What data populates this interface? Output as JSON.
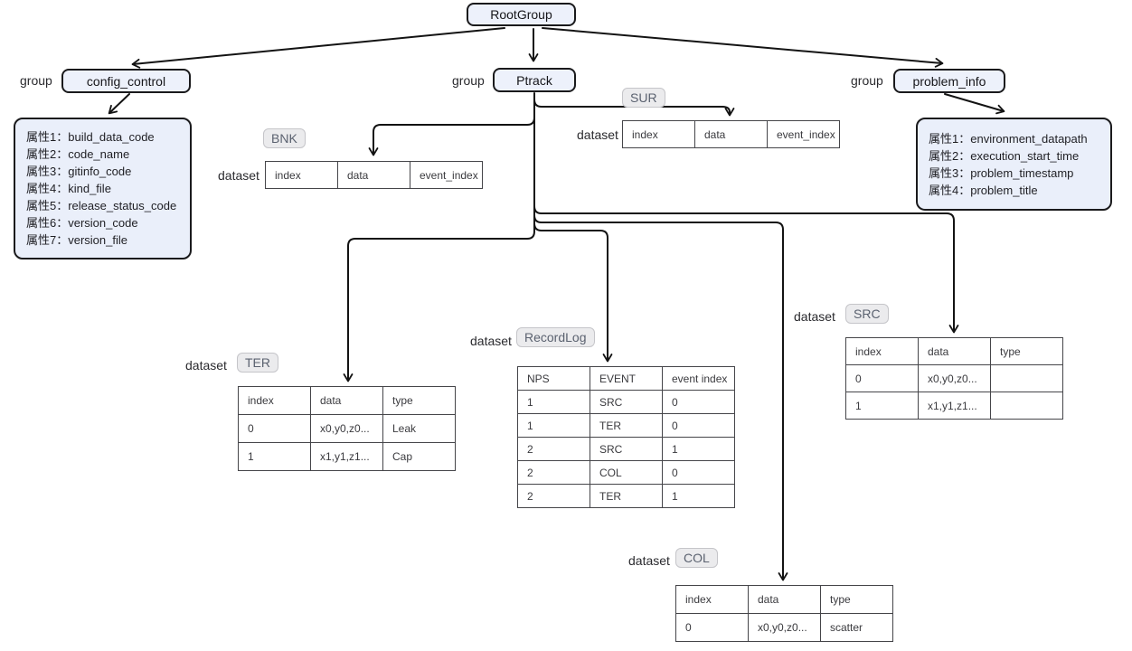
{
  "diagram": {
    "labels": {
      "group": "group",
      "dataset": "dataset"
    },
    "root": {
      "label": "RootGroup"
    },
    "groups": [
      {
        "label": "config_control",
        "attributes": [
          "属性1：build_data_code",
          "属性2：code_name",
          "属性3：gitinfo_code",
          "属性4：kind_file",
          "属性5：release_status_code",
          "属性6：version_code",
          "属性7：version_file"
        ]
      },
      {
        "label": "Ptrack"
      },
      {
        "label": "problem_info",
        "attributes": [
          "属性1：environment_datapath",
          "属性2：execution_start_time",
          "属性3：problem_timestamp",
          "属性4：problem_title"
        ]
      }
    ],
    "datasets": [
      {
        "name": "BNK",
        "columns": [
          "index",
          "data",
          "event_index"
        ],
        "rows": []
      },
      {
        "name": "SUR",
        "columns": [
          "index",
          "data",
          "event_index"
        ],
        "rows": []
      },
      {
        "name": "TER",
        "columns": [
          "index",
          "data",
          "type"
        ],
        "rows": [
          [
            "0",
            "x0,y0,z0...",
            "Leak"
          ],
          [
            "1",
            "x1,y1,z1...",
            "Cap"
          ]
        ]
      },
      {
        "name": "RecordLog",
        "columns": [
          "NPS",
          "EVENT",
          "event index"
        ],
        "rows": [
          [
            "1",
            "SRC",
            "0"
          ],
          [
            "1",
            "TER",
            "0"
          ],
          [
            "2",
            "SRC",
            "1"
          ],
          [
            "2",
            "COL",
            "0"
          ],
          [
            "2",
            "TER",
            "1"
          ]
        ]
      },
      {
        "name": "SRC",
        "columns": [
          "index",
          "data",
          "type"
        ],
        "rows": [
          [
            "0",
            "x0,y0,z0...",
            ""
          ],
          [
            "1",
            "x1,y1,z1...",
            ""
          ]
        ]
      },
      {
        "name": "COL",
        "columns": [
          "index",
          "data",
          "type"
        ],
        "rows": [
          [
            "0",
            "x0,y0,z0...",
            "scatter"
          ]
        ]
      }
    ],
    "colors": {
      "node_fill": "#edf1fb",
      "node_border": "#1a1a1c",
      "badge_fill": "#ebebed",
      "badge_text": "#5b6270",
      "connector": "#131313",
      "table_border": "#454549"
    }
  }
}
